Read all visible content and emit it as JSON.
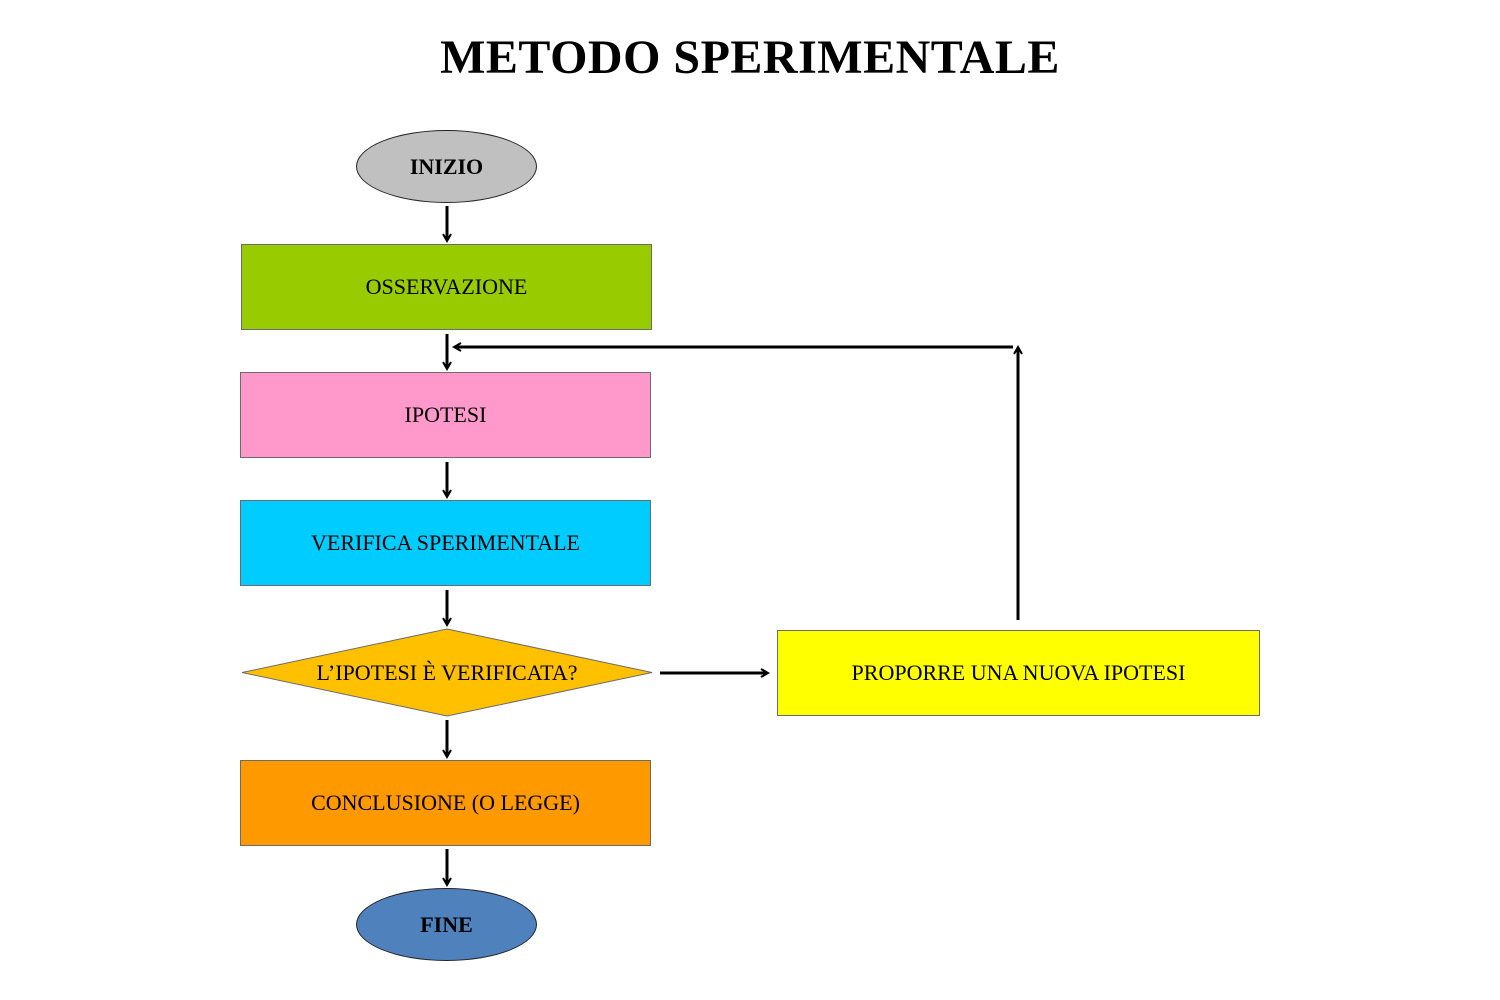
{
  "title": "METODO SPERIMENTALE",
  "nodes": {
    "start": {
      "label": "INIZIO",
      "shape": "oval",
      "color": "#c0c0c0"
    },
    "observation": {
      "label": "OSSERVAZIONE",
      "shape": "rect",
      "color": "#99cc00"
    },
    "hypothesis": {
      "label": "IPOTESI",
      "shape": "rect",
      "color": "#ff99cc"
    },
    "verification": {
      "label": "VERIFICA SPERIMENTALE",
      "shape": "rect",
      "color": "#00ccff"
    },
    "decision": {
      "label": "L’IPOTESI È VERIFICATA?",
      "shape": "diamond",
      "color": "#ffc000"
    },
    "new_hypothesis": {
      "label": "PROPORRE UNA NUOVA IPOTESI",
      "shape": "rect",
      "color": "#ffff00"
    },
    "conclusion": {
      "label": "CONCLUSIONE (O LEGGE)",
      "shape": "rect",
      "color": "#ff9900"
    },
    "end": {
      "label": "FINE",
      "shape": "oval",
      "color": "#4f81bd"
    }
  },
  "edges": [
    {
      "from": "start",
      "to": "observation"
    },
    {
      "from": "observation",
      "to": "hypothesis"
    },
    {
      "from": "hypothesis",
      "to": "verification"
    },
    {
      "from": "verification",
      "to": "decision"
    },
    {
      "from": "decision",
      "to": "conclusion"
    },
    {
      "from": "decision",
      "to": "new_hypothesis"
    },
    {
      "from": "new_hypothesis",
      "to": "hypothesis"
    },
    {
      "from": "conclusion",
      "to": "end"
    }
  ]
}
